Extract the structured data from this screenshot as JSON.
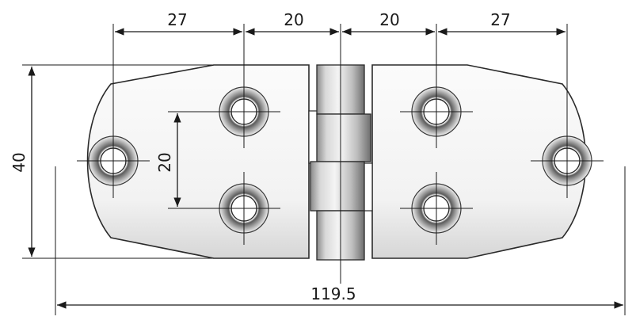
{
  "drawing": {
    "subject": "hinge",
    "dimensions": {
      "top_left_span": "27",
      "top_center_left": "20",
      "top_center_right": "20",
      "top_right_span": "27",
      "overall_height": "40",
      "hole_spacing_vertical": "20",
      "overall_width": "119.5"
    },
    "colors": {
      "line": "#1a1a1a",
      "plate_light": "#f7f7f7",
      "plate_shadow": "#d9d9d9",
      "knuckle_light": "#e6e6e6",
      "knuckle_dark": "#7a7a7a"
    }
  }
}
